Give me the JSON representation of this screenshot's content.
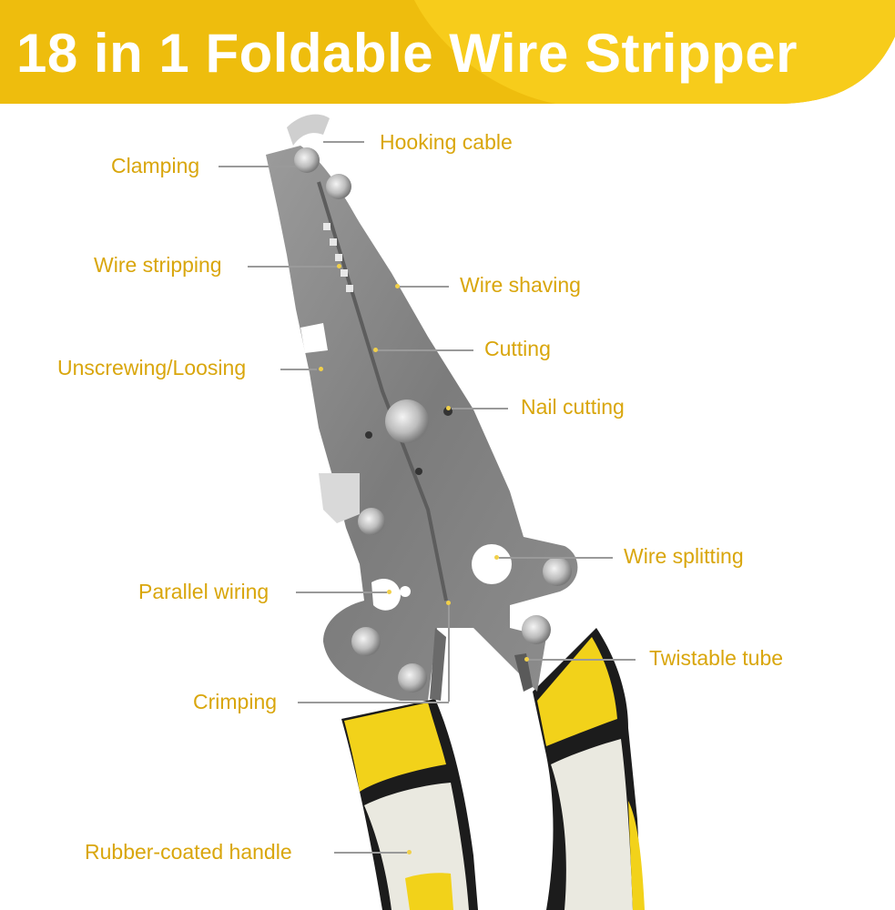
{
  "title": "18 in 1 Foldable Wire Stripper",
  "colors": {
    "banner": "#eebd0d",
    "banner_light": "#f7cc1b",
    "label": "#d9a60c",
    "handle_yellow": "#f2d21a",
    "handle_black": "#1c1c1c",
    "handle_grip": "#eae9e0",
    "steel": "#8a8a8a"
  },
  "labels": {
    "hooking_cable": "Hooking cable",
    "clamping": "Clamping",
    "wire_stripping": "Wire stripping",
    "wire_shaving": "Wire shaving",
    "cutting": "Cutting",
    "unscrewing_loosing": "Unscrewing/Loosing",
    "nail_cutting": "Nail cutting",
    "wire_splitting": "Wire splitting",
    "parallel_wiring": "Parallel wiring",
    "twistable_tube": "Twistable tube",
    "crimping": "Crimping",
    "rubber_coated_handle": "Rubber-coated handle"
  }
}
